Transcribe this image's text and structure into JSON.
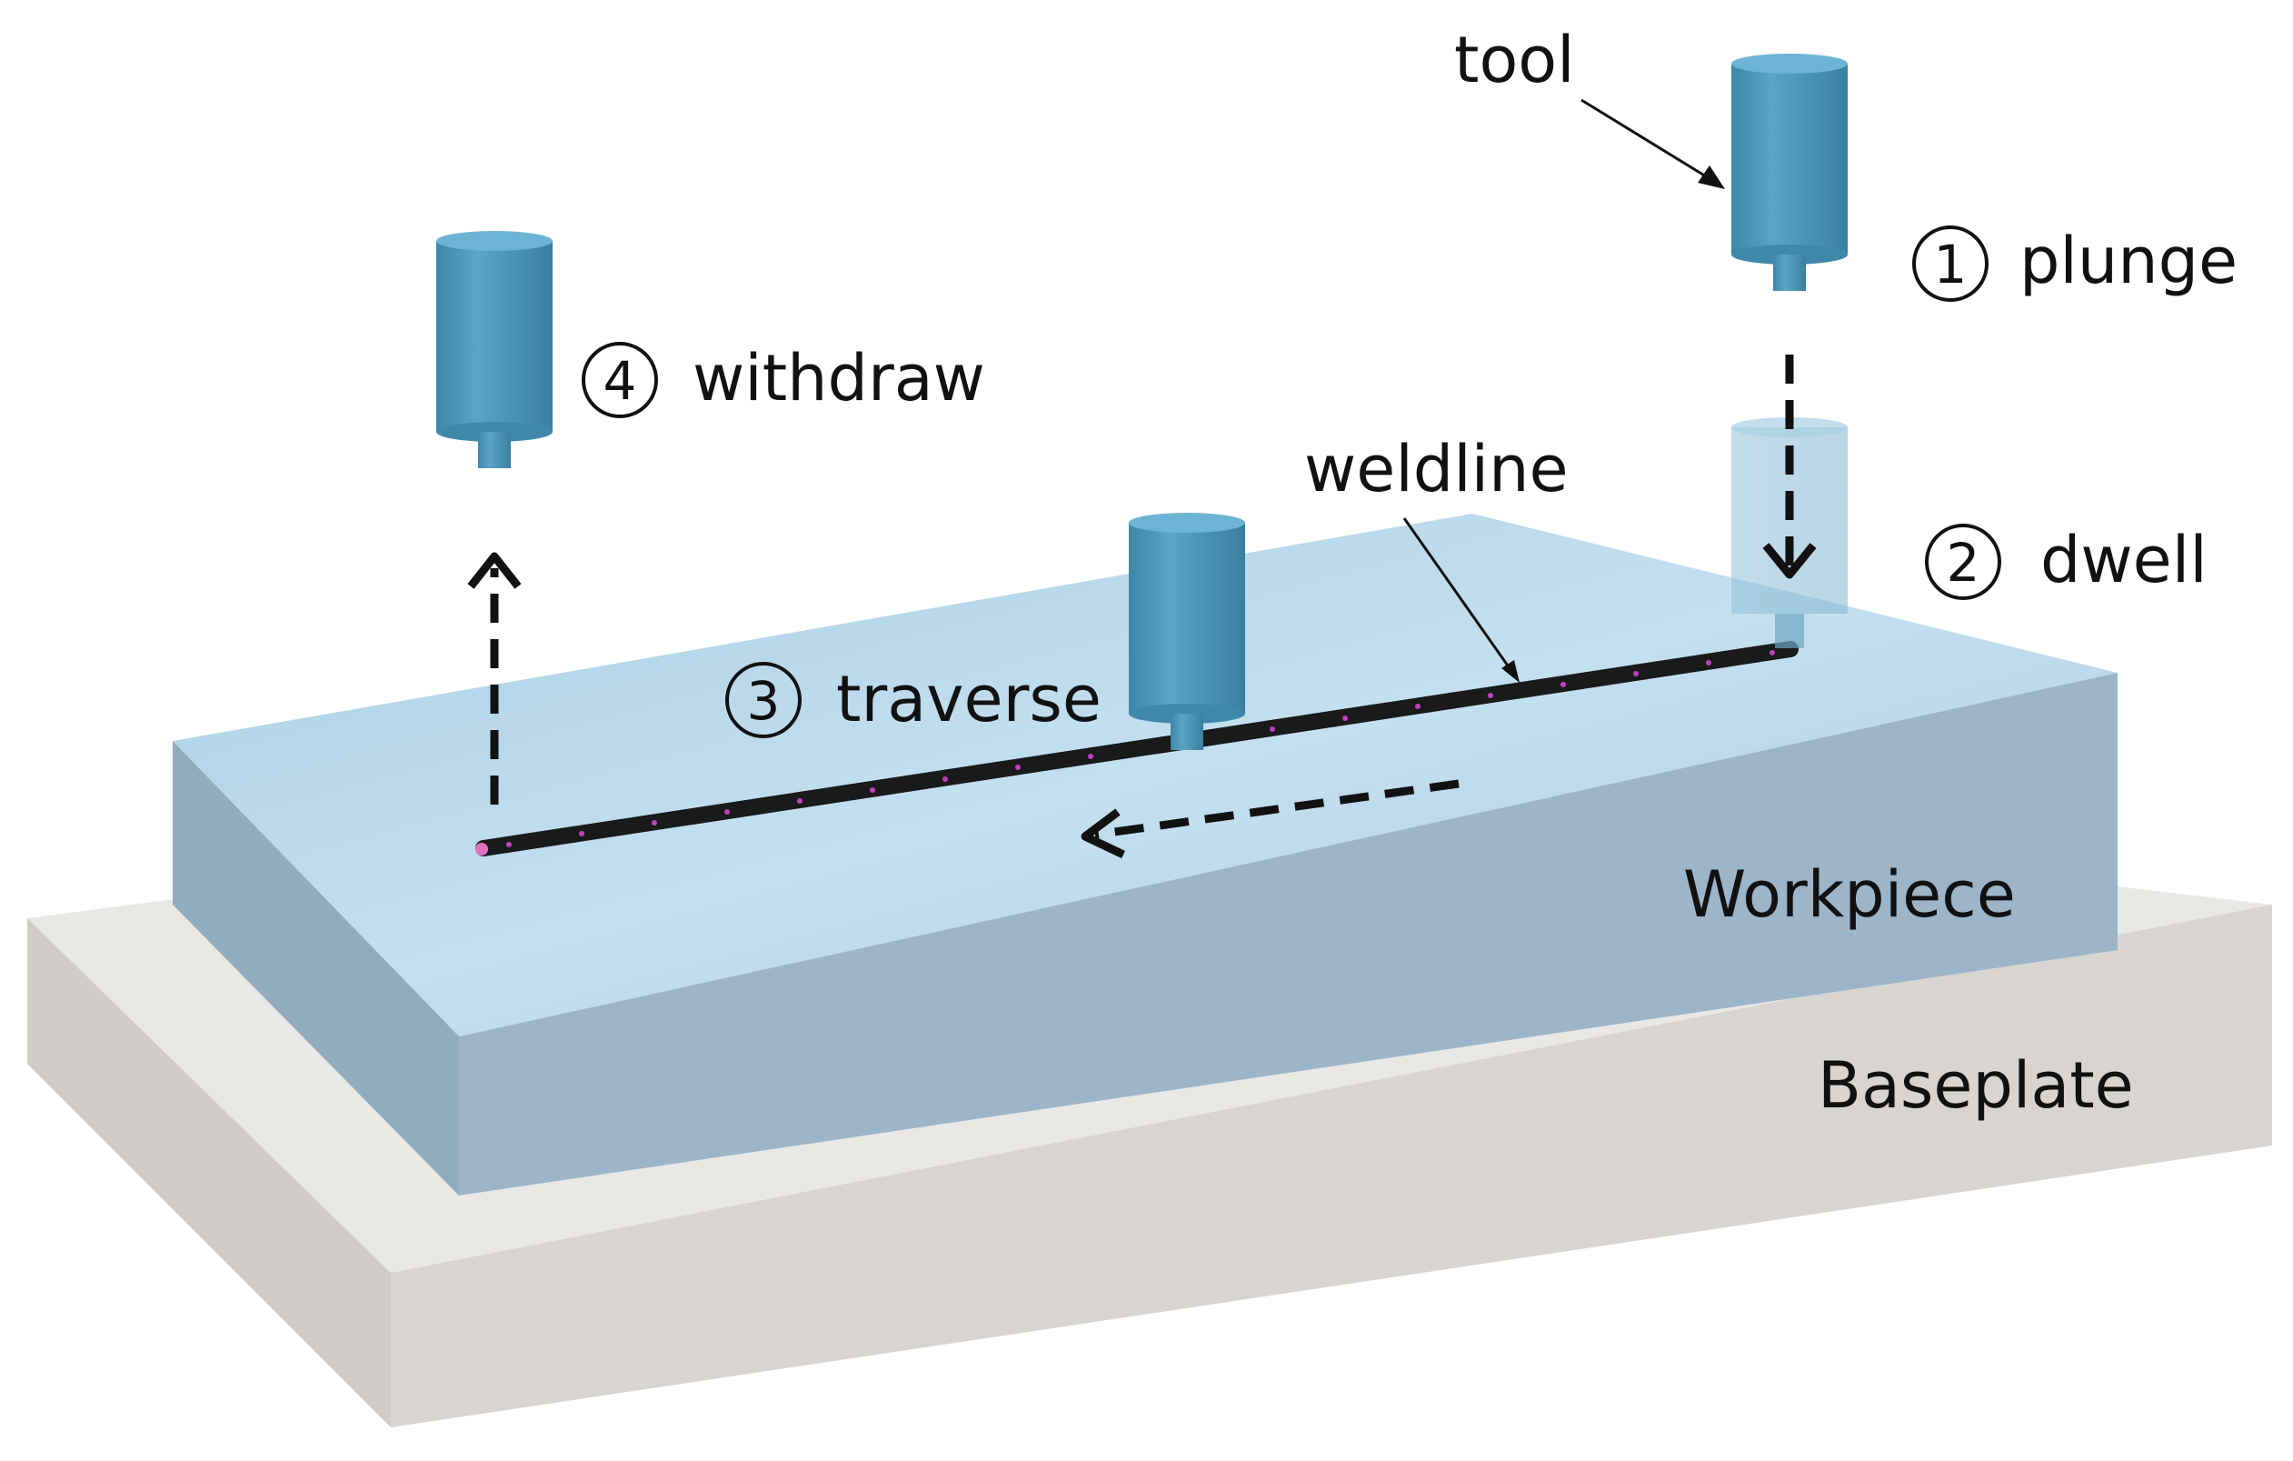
{
  "diagram": {
    "labels": {
      "tool": "tool",
      "plunge": "plunge",
      "dwell": "dwell",
      "traverse": "traverse",
      "withdraw": "withdraw",
      "weldline": "weldline",
      "workpiece": "Workpiece",
      "baseplate": "Baseplate"
    },
    "steps": [
      {
        "num": "1",
        "label": "plunge"
      },
      {
        "num": "2",
        "label": "dwell"
      },
      {
        "num": "3",
        "label": "traverse"
      },
      {
        "num": "4",
        "label": "withdraw"
      }
    ],
    "colors": {
      "tool": "#4a95b8",
      "workpiece_top": "#b5d5e8",
      "workpiece_side": "#9eb6c9",
      "baseplate_top": "#e8e6e2",
      "baseplate_side": "#d6d3ce",
      "weldline": "#1a1a1a",
      "weld_dots": "#c040c0",
      "arrows": "#111111"
    }
  }
}
